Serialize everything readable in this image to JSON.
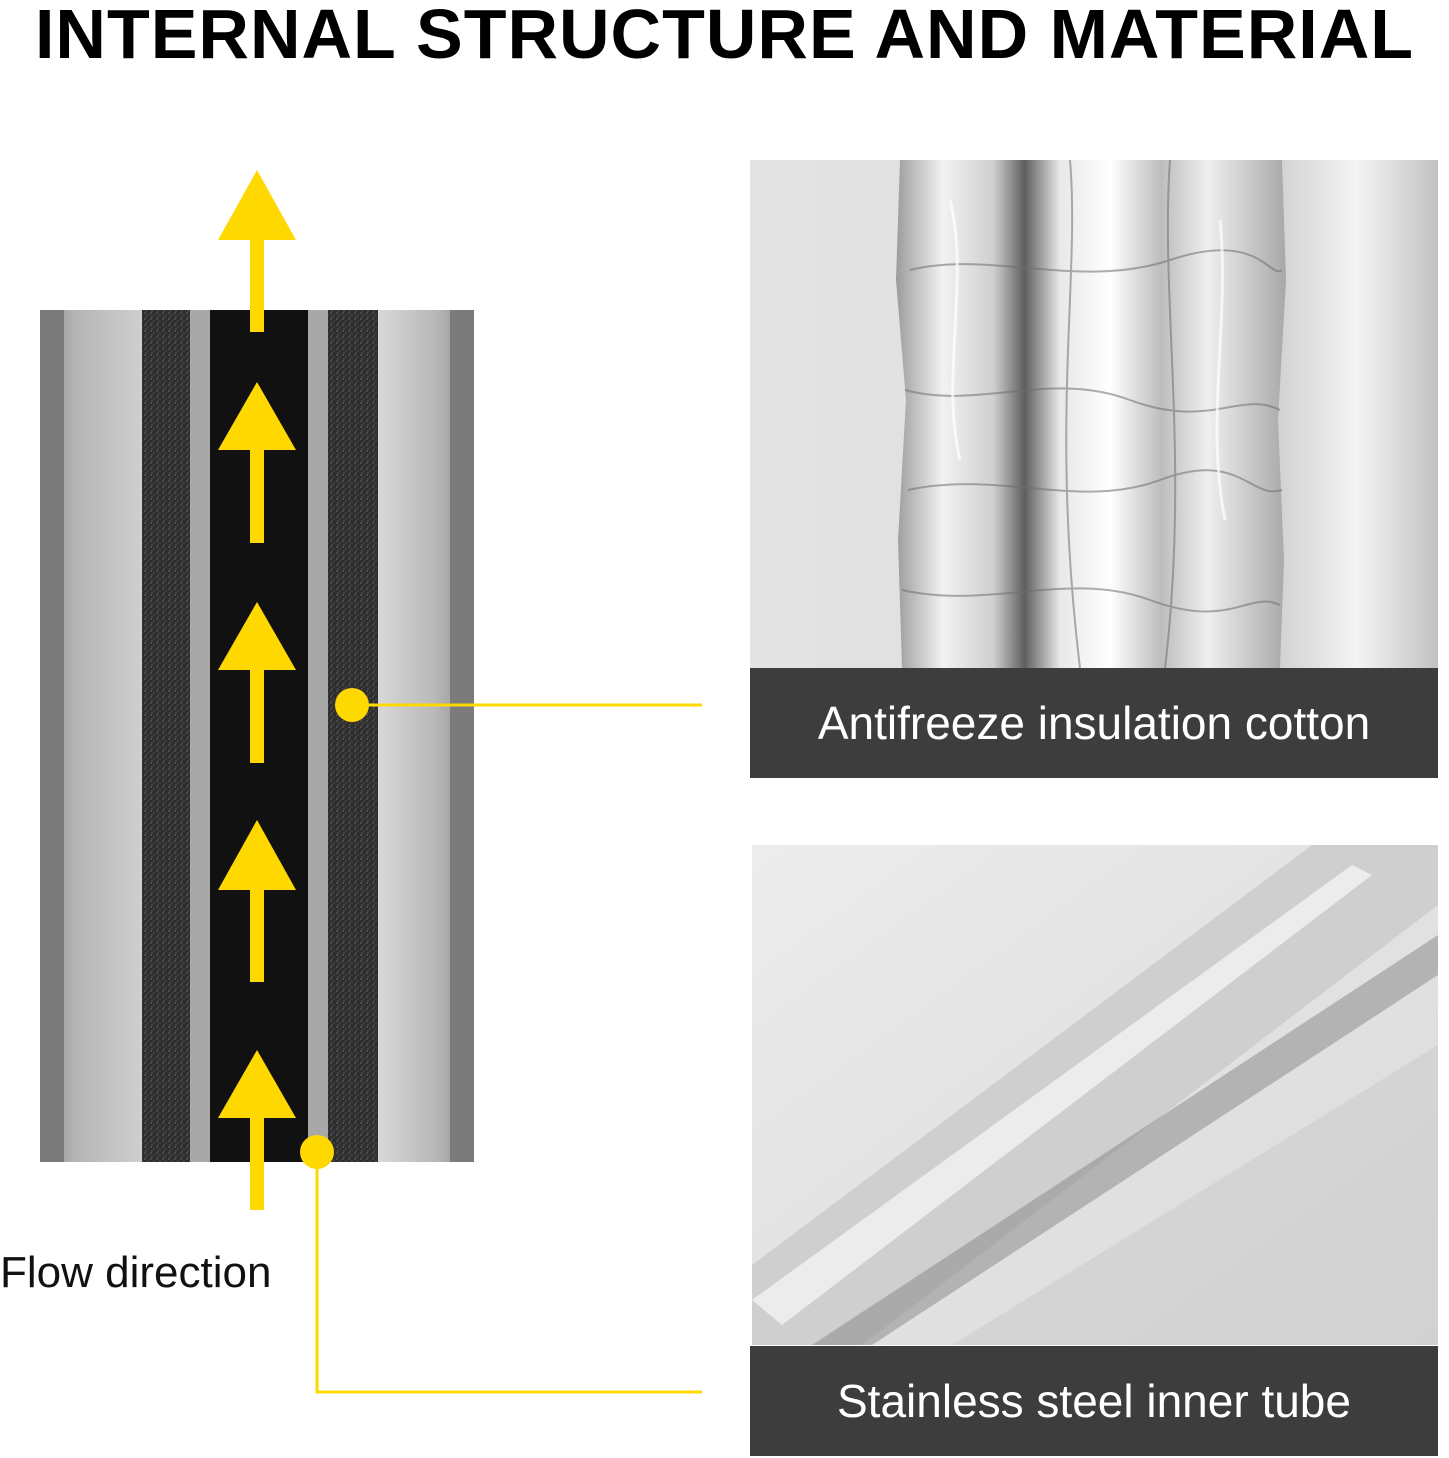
{
  "title": "INTERNAL STRUCTURE AND MATERIAL",
  "labels": {
    "flow_direction": "Flow direction",
    "insulation": "Antifreeze insulation cotton",
    "inner_tube": "Stainless steel inner tube"
  },
  "colors": {
    "arrow_yellow": "#ffd800",
    "caption_bg": "#3d3d3d",
    "tube_core": "#111111",
    "foam": "#2e2e2e"
  },
  "icons": {
    "flow_arrow": "up-arrow-icon",
    "leader_marker": "dot-marker-icon"
  }
}
